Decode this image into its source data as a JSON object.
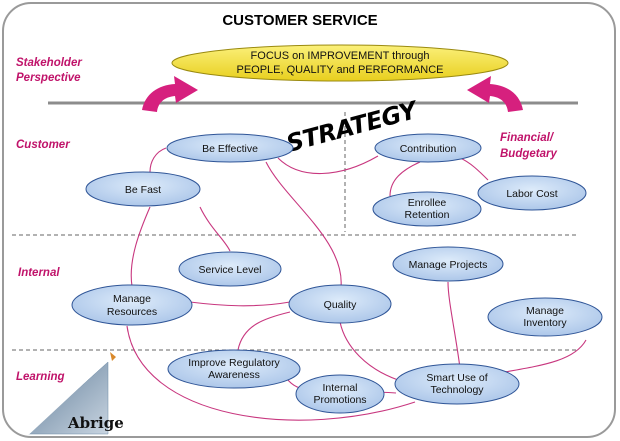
{
  "title": "CUSTOMER SERVICE",
  "focus": {
    "line1": "FOCUS on IMPROVEMENT  through",
    "line2": "PEOPLE, QUALITY and PERFORMANCE"
  },
  "strategy_label": "STRATEGY",
  "perspectives": {
    "stakeholder_line1": "Stakeholder",
    "stakeholder_line2": "Perspective",
    "customer": "Customer",
    "financial_line1": "Financial/",
    "financial_line2": "Budgetary",
    "internal": "Internal",
    "learning": "Learning"
  },
  "nodes": {
    "be_effective": [
      "Be Effective"
    ],
    "contribution": [
      "Contribution"
    ],
    "be_fast": [
      "Be Fast"
    ],
    "labor_cost": [
      "Labor Cost"
    ],
    "enrollee_retention": [
      "Enrollee",
      "Retention"
    ],
    "service_level": [
      "Service Level"
    ],
    "manage_projects": [
      "Manage Projects"
    ],
    "manage_resources": [
      "Manage",
      "Resources"
    ],
    "quality": [
      "Quality"
    ],
    "manage_inventory": [
      "Manage",
      "Inventory"
    ],
    "improve_regulatory": [
      "Improve Regulatory",
      "Awareness"
    ],
    "internal_promotions": [
      "Internal",
      "Promotions"
    ],
    "smart_use": [
      "Smart Use of",
      "Technology"
    ]
  },
  "logo": {
    "text": "Abrige"
  },
  "colors": {
    "node_fill": "#bcd3ee",
    "node_stroke": "#2f5597",
    "focus_fill": "#f2e33d",
    "arrow": "#d6207e",
    "connector": "#c8377f",
    "divider": "#8c8c8c",
    "label": "#c0136a"
  }
}
